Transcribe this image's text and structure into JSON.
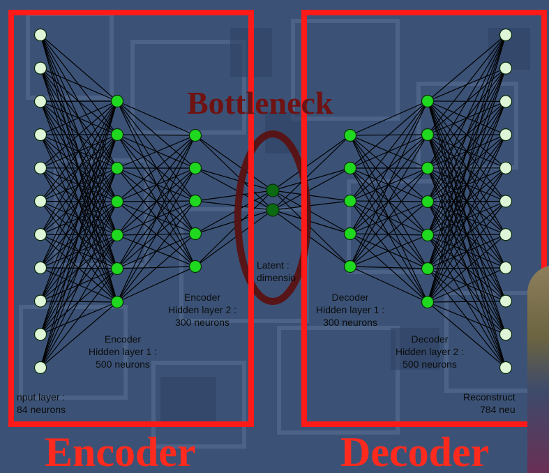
{
  "colors": {
    "background": "#3b5276",
    "frame": "#ff1a1a",
    "big_title": "#ff2a1e",
    "bottleneck_title": "#6e1212",
    "bottleneck_ellipse": "#5a1010",
    "io_node": "#dff5d8",
    "hidden_node": "#1fd81f",
    "latent_node": "#0c6a12",
    "edge": "#000000"
  },
  "titles": {
    "bottleneck": "Bottleneck",
    "encoder": "Encoder",
    "decoder": "Decoder"
  },
  "layers": {
    "input": {
      "line1": "nput layer :",
      "line2": "84 neurons",
      "nodes": 11
    },
    "enc_h1": {
      "line1": "Encoder",
      "line2": "Hidden layer 1 :",
      "line3": "500 neurons",
      "nodes": 7
    },
    "enc_h2": {
      "line1": "Encoder",
      "line2": "Hidden layer 2 :",
      "line3": "300 neurons",
      "nodes": 5
    },
    "latent": {
      "line1": "Latent :",
      "line2": "dimensio",
      "nodes": 2
    },
    "dec_h1": {
      "line1": "Decoder",
      "line2": "Hidden layer 1 :",
      "line3": "300 neurons",
      "nodes": 5
    },
    "dec_h2": {
      "line1": "Decoder",
      "line2": "Hidden layer 2 :",
      "line3": "500 neurons",
      "nodes": 7
    },
    "output": {
      "line1": "Reconstruct",
      "line2": "784 neu",
      "nodes": 11
    }
  }
}
